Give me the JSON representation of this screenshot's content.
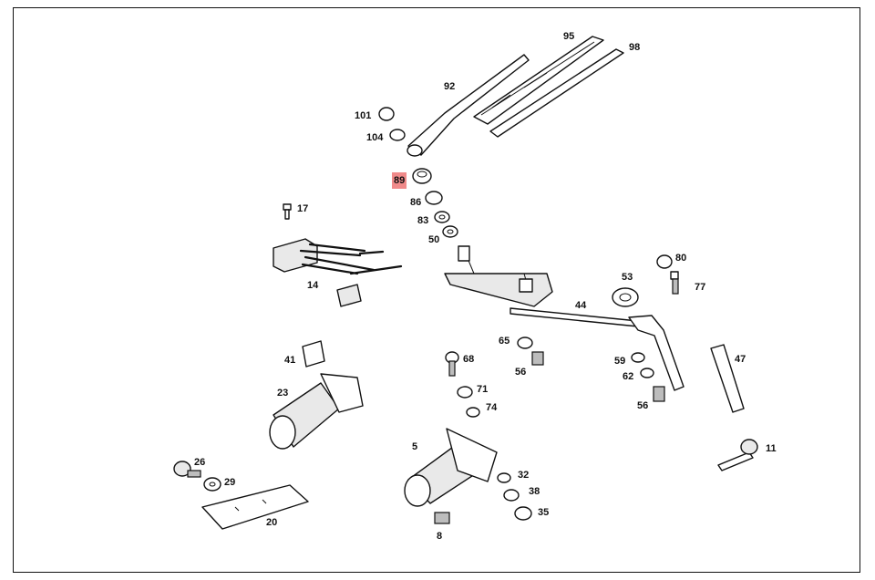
{
  "labels": {
    "p95": "95",
    "p98": "98",
    "p92": "92",
    "p101": "101",
    "p104": "104",
    "p89": "89",
    "p86": "86",
    "p83": "83",
    "p50": "50",
    "p17": "17",
    "p14": "14",
    "p80": "80",
    "p77": "77",
    "p53": "53",
    "p44": "44",
    "p65": "65",
    "p56a": "56",
    "p59": "59",
    "p62": "62",
    "p56b": "56",
    "p47": "47",
    "p41": "41",
    "p68": "68",
    "p23": "23",
    "p71": "71",
    "p74": "74",
    "p5": "5",
    "p11": "11",
    "p26": "26",
    "p29": "29",
    "p32": "32",
    "p38": "38",
    "p35": "35",
    "p20": "20",
    "p8": "8"
  },
  "highlight": {
    "part": "89",
    "color": "#f08a8a"
  }
}
